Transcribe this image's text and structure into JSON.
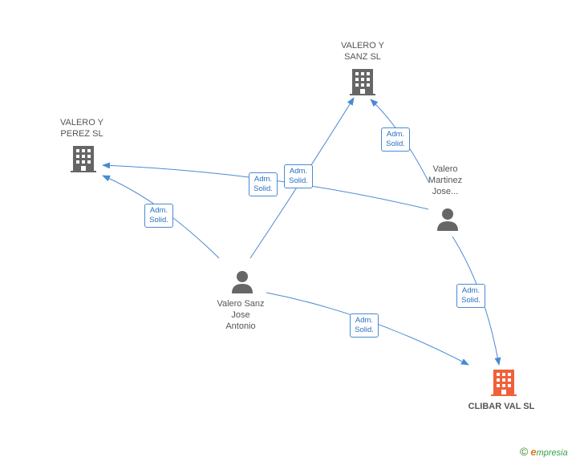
{
  "nodes": {
    "valero_sanz": {
      "label": "VALERO Y\nSANZ SL",
      "color": "#666666"
    },
    "valero_perez": {
      "label": "VALERO Y\nPEREZ SL",
      "color": "#666666"
    },
    "valero_martinez": {
      "label": "Valero\nMartinez\nJose...",
      "color": "#666666"
    },
    "valero_sanz_jose": {
      "label": "Valero Sanz\nJose\nAntonio",
      "color": "#666666"
    },
    "clibar": {
      "label": "CLIBAR VAL SL",
      "color": "#f0603a"
    }
  },
  "edges": {
    "e1": "Adm.\nSolid.",
    "e2": "Adm.\nSolid.",
    "e3": "Adm.\nSolid.",
    "e4": "Adm.\nSolid.",
    "e5": "Adm.\nSolid.",
    "e6": "Adm.\nSolid."
  },
  "colors": {
    "edge": "#4a8ad4"
  },
  "footer": {
    "copyright": "©",
    "brand_initial": "e",
    "brand_rest": "mpresia"
  }
}
